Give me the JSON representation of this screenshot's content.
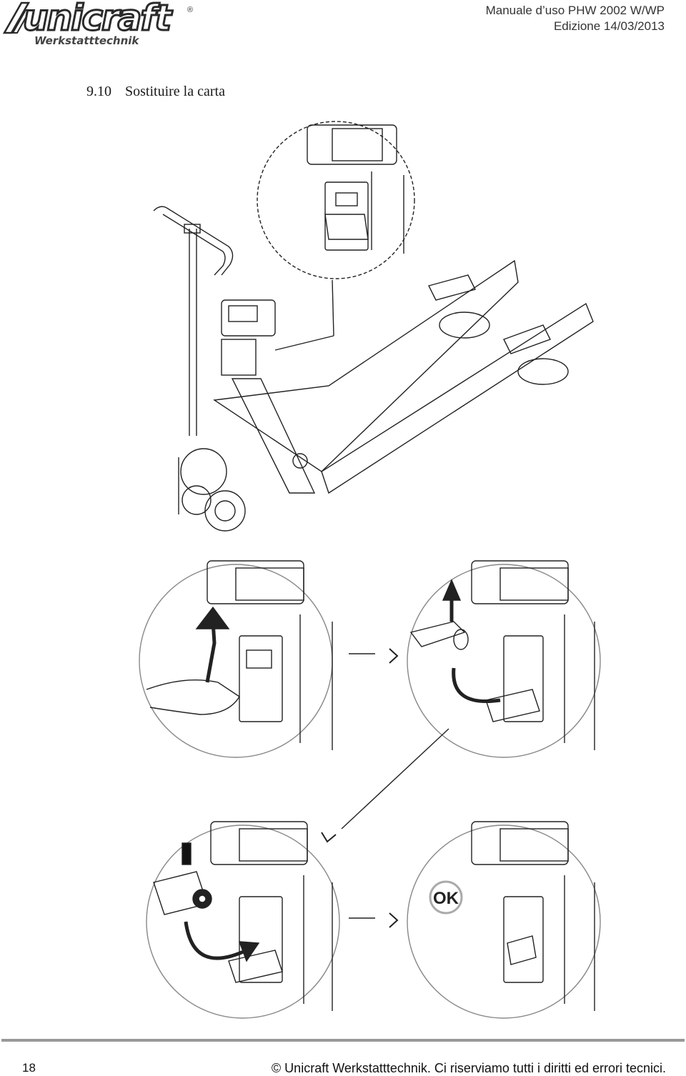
{
  "header": {
    "brand": "unicraft",
    "brand_reg": "®",
    "brand_sub": "Werkstatttechnik",
    "manual_line1": "Manuale d’uso PHW 2002 W/WP",
    "manual_line2": "Edizione 14/03/2013"
  },
  "section": {
    "number": "9.10",
    "title": "Sostituire la carta"
  },
  "illustration": {
    "ok_label": "OK"
  },
  "footer": {
    "page_number": "18",
    "copyright": "© Unicraft Werkstatttechnik. Ci riserviamo tutti i diritti ed errori tecnici."
  }
}
